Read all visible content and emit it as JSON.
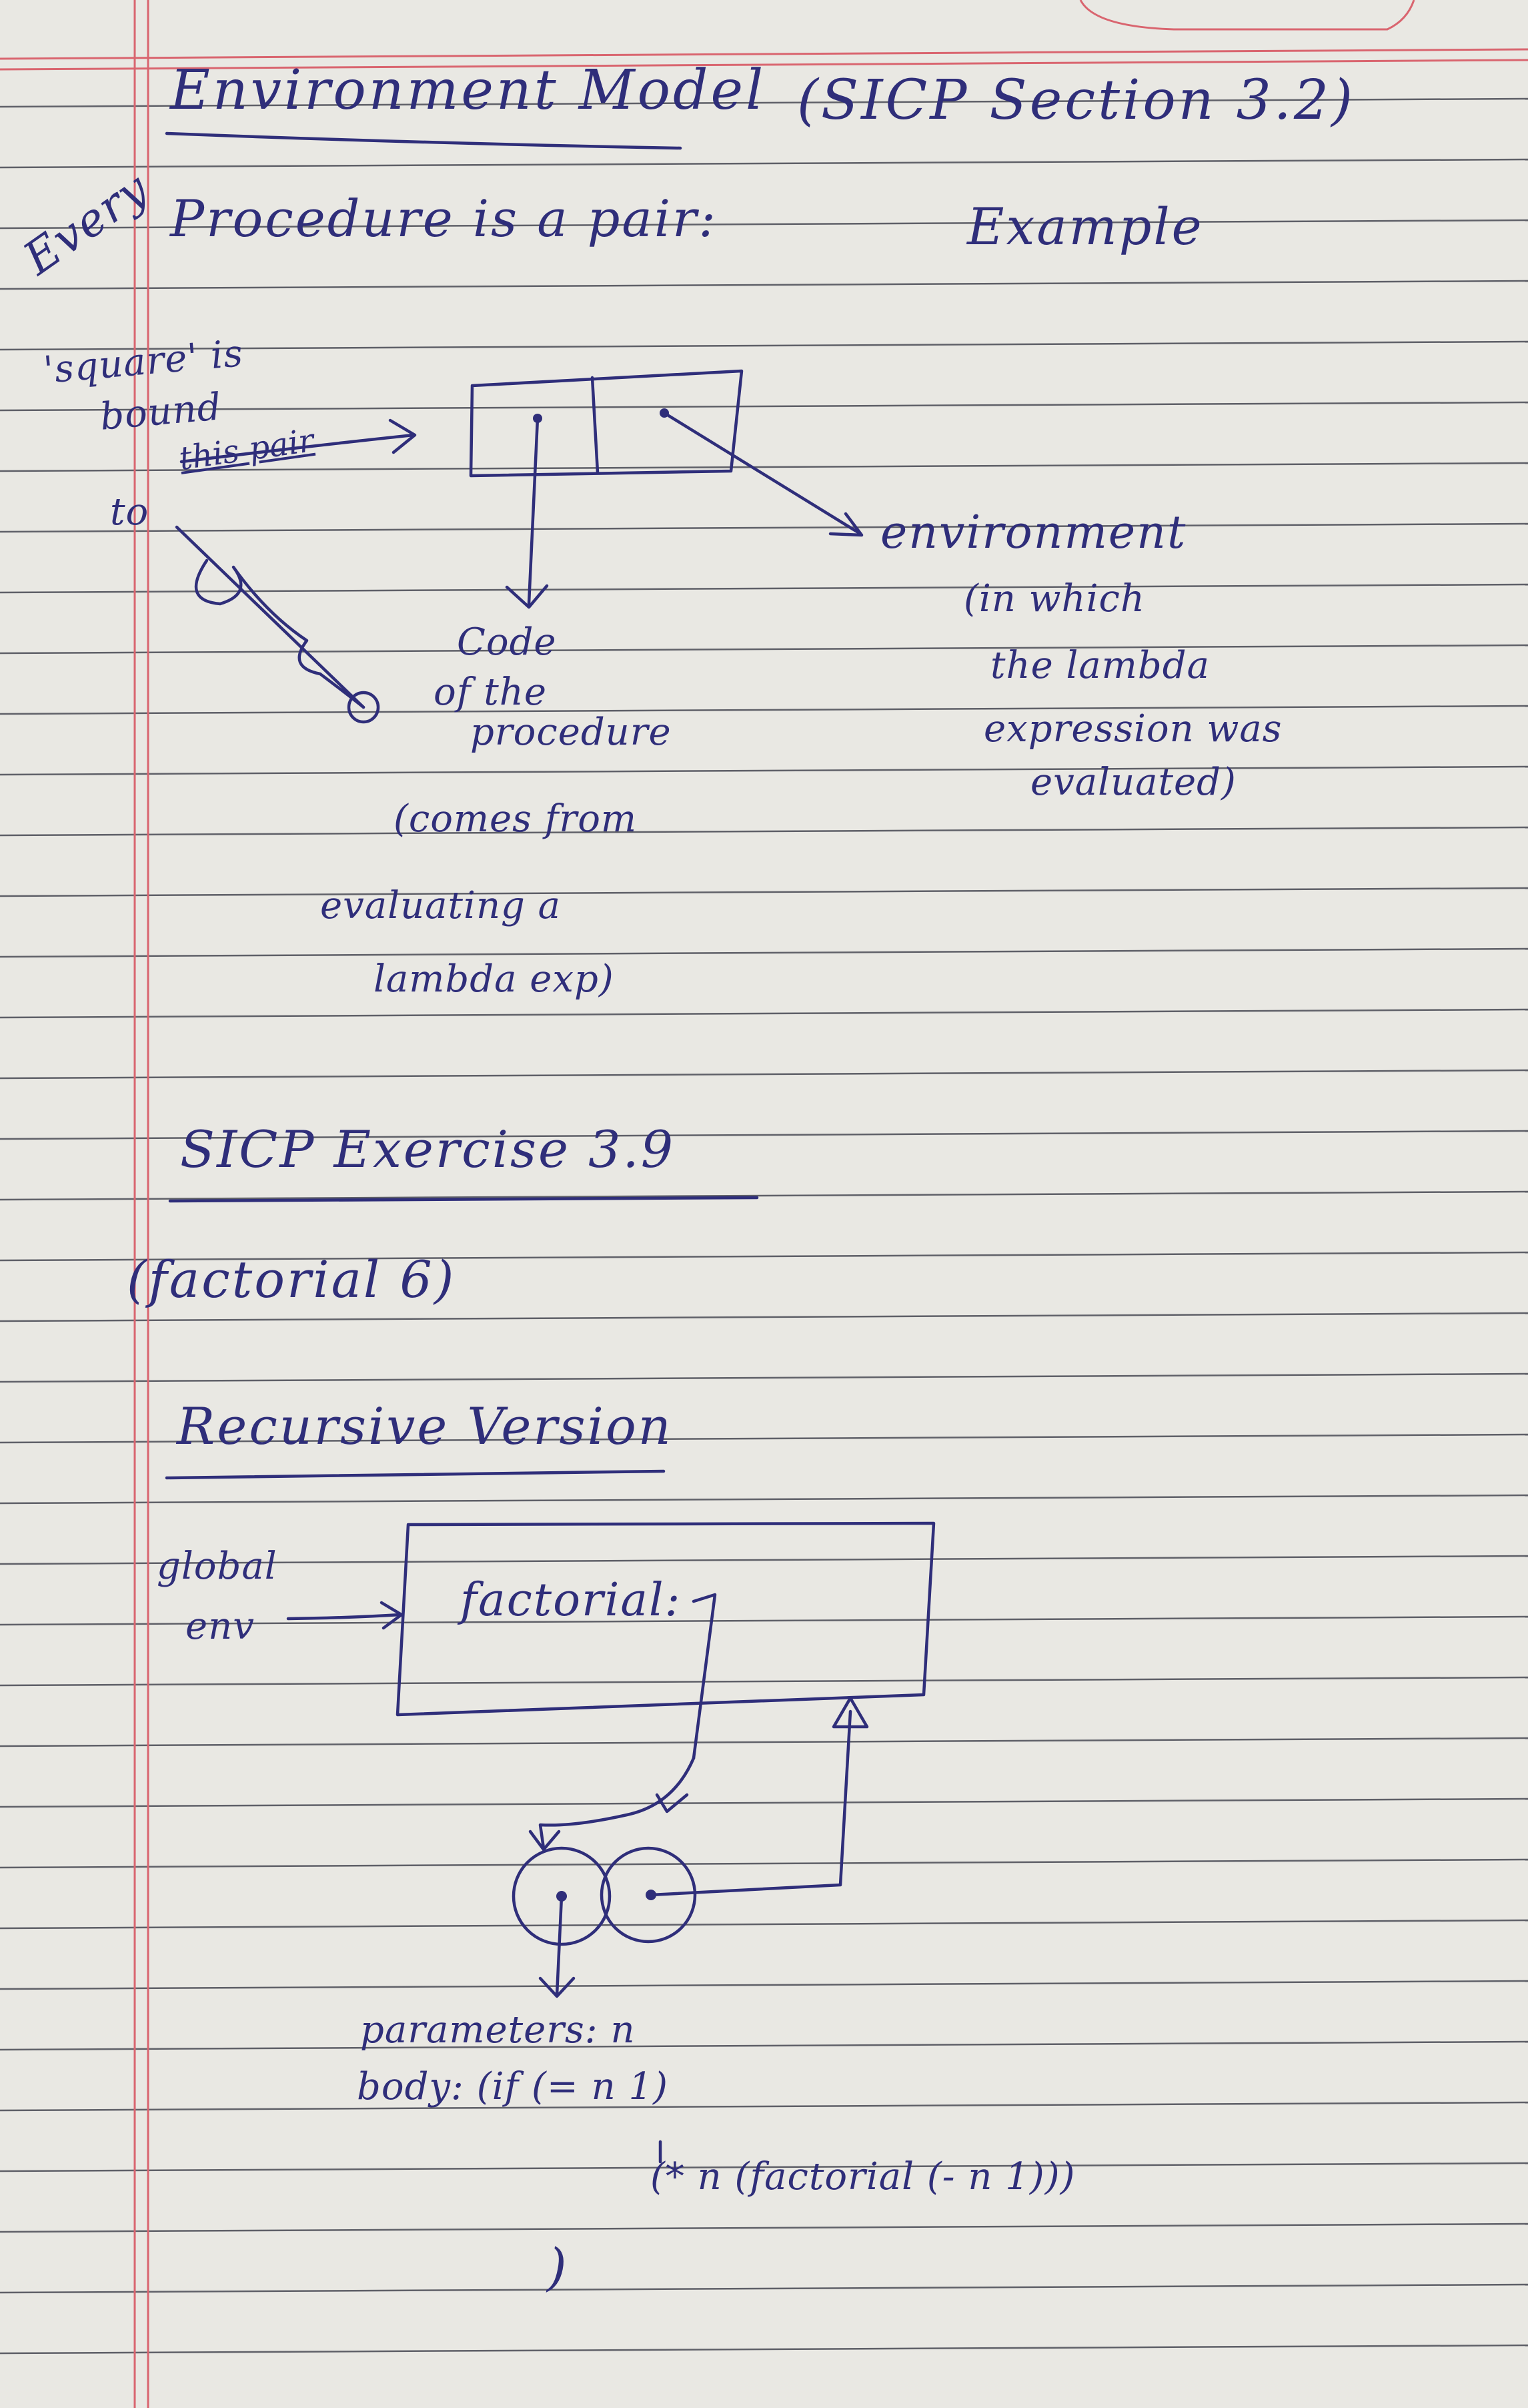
{
  "section1": {
    "heading": "Environment Model",
    "reference": "(SICP Section 3.2)",
    "every": "Every",
    "statement": "Procedure is a pair:",
    "example": "Example",
    "square_lines": [
      "'square' is",
      "bound",
      "to"
    ],
    "this_pair": "this pair",
    "code_label": [
      "Code",
      "of the",
      "procedure",
      "(comes from",
      "evaluating a",
      "lambda exp)"
    ],
    "env_label": [
      "environment",
      "(in which",
      "the lambda",
      "expression was",
      "evaluated)"
    ]
  },
  "section2": {
    "heading": "SICP Exercise 3.9",
    "call": "(factorial 6)",
    "subheading": "Recursive Version",
    "global_env": [
      "global",
      "env"
    ],
    "binding": "factorial:",
    "parameters": "parameters: n",
    "body_line1": "body: (if (= n 1)",
    "body_line2": "(* n (factorial (- n 1)))",
    "close_paren": ")"
  },
  "colors": {
    "ink": "#2f2e7a",
    "paper": "#e9e8e3",
    "rule_line": "#5f6068",
    "margin_line": "#d9656f"
  }
}
